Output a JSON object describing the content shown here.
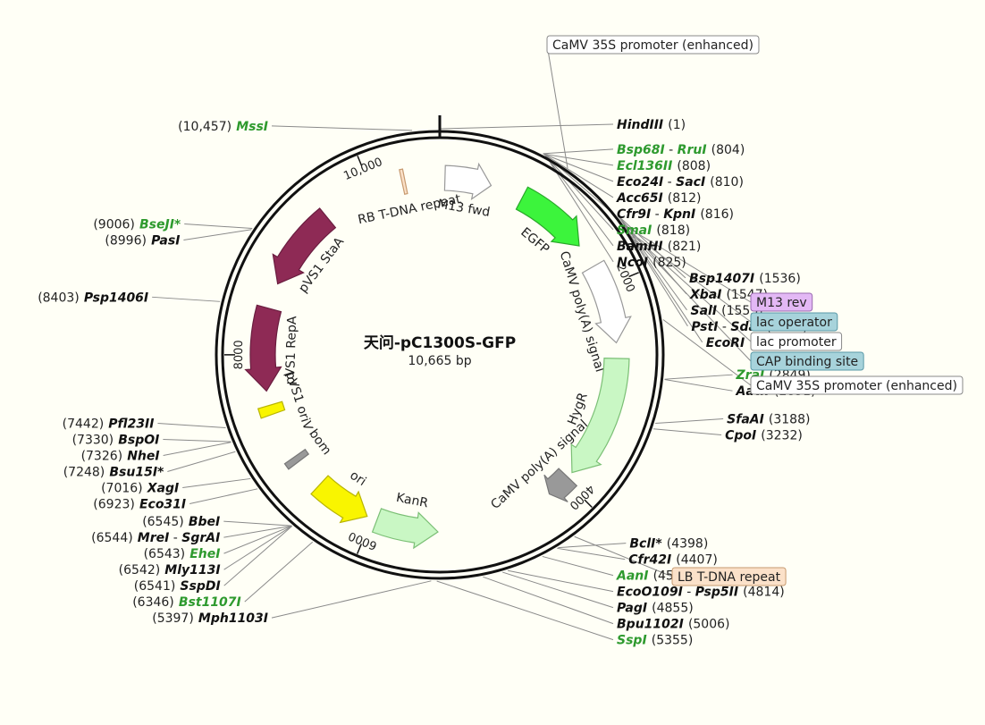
{
  "plasmid": {
    "name": "天问-pC1300S-GFP",
    "length_label": "10,665 bp",
    "length": 10665
  },
  "ticks": [
    {
      "label": "2000",
      "bp": 2000
    },
    {
      "label": "4000",
      "bp": 4000
    },
    {
      "label": "6000",
      "bp": 6000
    },
    {
      "label": "8000",
      "bp": 8000
    },
    {
      "label": "10,000",
      "bp": 10000
    }
  ],
  "sites": [
    {
      "id": "mssi",
      "pos": "(10,457)",
      "parts": [
        {
          "t": "MssI",
          "c": "green"
        }
      ],
      "bp": 10457,
      "side": "left"
    },
    {
      "id": "hindiii",
      "pos": "(1)",
      "parts": [
        {
          "t": "HindIII",
          "c": "black"
        }
      ],
      "bp": 1,
      "side": "right"
    },
    {
      "id": "bsp68i",
      "pos": "(804)",
      "parts": [
        {
          "t": "Bsp68I",
          "c": "green"
        },
        {
          "t": " - ",
          "c": "sep"
        },
        {
          "t": "RruI",
          "c": "green"
        }
      ],
      "bp": 804,
      "side": "right"
    },
    {
      "id": "ecl136ii",
      "pos": "(808)",
      "parts": [
        {
          "t": "Ecl136II",
          "c": "green"
        }
      ],
      "bp": 808,
      "side": "right"
    },
    {
      "id": "eco24i",
      "pos": "(810)",
      "parts": [
        {
          "t": "Eco24I",
          "c": "black"
        },
        {
          "t": " - ",
          "c": "sep"
        },
        {
          "t": "SacI",
          "c": "black"
        }
      ],
      "bp": 810,
      "side": "right"
    },
    {
      "id": "acc65i",
      "pos": "(812)",
      "parts": [
        {
          "t": "Acc65I",
          "c": "black"
        }
      ],
      "bp": 812,
      "side": "right"
    },
    {
      "id": "cfr9i",
      "pos": "(816)",
      "parts": [
        {
          "t": "Cfr9I",
          "c": "black"
        },
        {
          "t": " - ",
          "c": "sep"
        },
        {
          "t": "KpnI",
          "c": "black"
        }
      ],
      "bp": 816,
      "side": "right"
    },
    {
      "id": "smai",
      "pos": "(818)",
      "parts": [
        {
          "t": "SmaI",
          "c": "green"
        }
      ],
      "bp": 818,
      "side": "right"
    },
    {
      "id": "bamhi",
      "pos": "(821)",
      "parts": [
        {
          "t": "BamHI",
          "c": "black"
        }
      ],
      "bp": 821,
      "side": "right"
    },
    {
      "id": "ncoi",
      "pos": "(825)",
      "parts": [
        {
          "t": "NcoI",
          "c": "black"
        }
      ],
      "bp": 825,
      "side": "right"
    },
    {
      "id": "bsp1407i",
      "pos": "(1536)",
      "parts": [
        {
          "t": "Bsp1407I",
          "c": "black"
        }
      ],
      "bp": 1536,
      "side": "right"
    },
    {
      "id": "xbai",
      "pos": "(1547)",
      "parts": [
        {
          "t": "XbaI",
          "c": "black"
        }
      ],
      "bp": 1547,
      "side": "right"
    },
    {
      "id": "sali",
      "pos": "(1553)",
      "parts": [
        {
          "t": "SalI",
          "c": "black"
        }
      ],
      "bp": 1553,
      "side": "right"
    },
    {
      "id": "psti",
      "pos": "(1563)",
      "parts": [
        {
          "t": "PstI",
          "c": "black"
        },
        {
          "t": " - ",
          "c": "sep"
        },
        {
          "t": "SdaI",
          "c": "black"
        }
      ],
      "bp": 1563,
      "side": "right"
    },
    {
      "id": "ecori",
      "pos": "(1759)",
      "parts": [
        {
          "t": "EcoRI",
          "c": "black"
        }
      ],
      "bp": 1759,
      "side": "right"
    },
    {
      "id": "zrai",
      "pos": "(2849)",
      "parts": [
        {
          "t": "ZraI",
          "c": "green"
        }
      ],
      "bp": 2849,
      "side": "right"
    },
    {
      "id": "aatii",
      "pos": "(2851)",
      "parts": [
        {
          "t": "AatII",
          "c": "black"
        }
      ],
      "bp": 2851,
      "side": "right"
    },
    {
      "id": "sfaai",
      "pos": "(3188)",
      "parts": [
        {
          "t": "SfaAI",
          "c": "black"
        }
      ],
      "bp": 3188,
      "side": "right"
    },
    {
      "id": "cpoi",
      "pos": "(3232)",
      "parts": [
        {
          "t": "CpoI",
          "c": "black"
        }
      ],
      "bp": 3232,
      "side": "right"
    },
    {
      "id": "bcli",
      "pos": "(4398)",
      "parts": [
        {
          "t": "BclI*",
          "c": "black"
        }
      ],
      "bp": 4398,
      "side": "right"
    },
    {
      "id": "cfr42i",
      "pos": "(4407)",
      "parts": [
        {
          "t": "Cfr42I",
          "c": "black"
        }
      ],
      "bp": 4407,
      "side": "right"
    },
    {
      "id": "aani",
      "pos": "(4533)",
      "parts": [
        {
          "t": "AanI",
          "c": "green"
        }
      ],
      "bp": 4533,
      "side": "right"
    },
    {
      "id": "ecoo109i",
      "pos": "(4814)",
      "parts": [
        {
          "t": "EcoO109I",
          "c": "black"
        },
        {
          "t": " - ",
          "c": "sep"
        },
        {
          "t": "Psp5II",
          "c": "black"
        }
      ],
      "bp": 4814,
      "side": "right"
    },
    {
      "id": "pagi",
      "pos": "(4855)",
      "parts": [
        {
          "t": "PagI",
          "c": "black"
        }
      ],
      "bp": 4855,
      "side": "right"
    },
    {
      "id": "bpu1102i",
      "pos": "(5006)",
      "parts": [
        {
          "t": "Bpu1102I",
          "c": "black"
        }
      ],
      "bp": 5006,
      "side": "right"
    },
    {
      "id": "sspi",
      "pos": "(5355)",
      "parts": [
        {
          "t": "SspI",
          "c": "green"
        }
      ],
      "bp": 5355,
      "side": "right"
    },
    {
      "id": "mph1103i",
      "pos": "(5397)",
      "parts": [
        {
          "t": "Mph1103I",
          "c": "black"
        }
      ],
      "bp": 5397,
      "side": "left"
    },
    {
      "id": "bst1107i",
      "pos": "(6346)",
      "parts": [
        {
          "t": "Bst1107I",
          "c": "green"
        }
      ],
      "bp": 6346,
      "side": "left"
    },
    {
      "id": "sspdi",
      "pos": "(6541)",
      "parts": [
        {
          "t": "SspDI",
          "c": "black"
        }
      ],
      "bp": 6541,
      "side": "left"
    },
    {
      "id": "mly113i",
      "pos": "(6542)",
      "parts": [
        {
          "t": "Mly113I",
          "c": "black"
        }
      ],
      "bp": 6542,
      "side": "left"
    },
    {
      "id": "ehei",
      "pos": "(6543)",
      "parts": [
        {
          "t": "EheI",
          "c": "green"
        }
      ],
      "bp": 6543,
      "side": "left"
    },
    {
      "id": "mrei",
      "pos": "(6544)",
      "parts": [
        {
          "t": "MreI",
          "c": "black"
        },
        {
          "t": " - ",
          "c": "sep"
        },
        {
          "t": "SgrAI",
          "c": "black"
        }
      ],
      "bp": 6544,
      "side": "left"
    },
    {
      "id": "bbei",
      "pos": "(6545)",
      "parts": [
        {
          "t": "BbeI",
          "c": "black"
        }
      ],
      "bp": 6545,
      "side": "left"
    },
    {
      "id": "eco31i",
      "pos": "(6923)",
      "parts": [
        {
          "t": "Eco31I",
          "c": "black"
        }
      ],
      "bp": 6923,
      "side": "left"
    },
    {
      "id": "xagi",
      "pos": "(7016)",
      "parts": [
        {
          "t": "XagI",
          "c": "black"
        }
      ],
      "bp": 7016,
      "side": "left"
    },
    {
      "id": "bsu15i",
      "pos": "(7248)",
      "parts": [
        {
          "t": "Bsu15I*",
          "c": "black"
        }
      ],
      "bp": 7248,
      "side": "left"
    },
    {
      "id": "nhei",
      "pos": "(7326)",
      "parts": [
        {
          "t": "NheI",
          "c": "black"
        }
      ],
      "bp": 7326,
      "side": "left"
    },
    {
      "id": "bspoi",
      "pos": "(7330)",
      "parts": [
        {
          "t": "BspOI",
          "c": "black"
        }
      ],
      "bp": 7330,
      "side": "left"
    },
    {
      "id": "pfl23ii",
      "pos": "(7442)",
      "parts": [
        {
          "t": "Pfl23II",
          "c": "black"
        }
      ],
      "bp": 7442,
      "side": "left"
    },
    {
      "id": "psp1406i",
      "pos": "(8403)",
      "parts": [
        {
          "t": "Psp1406I",
          "c": "black"
        }
      ],
      "bp": 8403,
      "side": "left"
    },
    {
      "id": "pasi",
      "pos": "(8996)",
      "parts": [
        {
          "t": "PasI",
          "c": "black"
        }
      ],
      "bp": 8996,
      "side": "left"
    },
    {
      "id": "bseji",
      "pos": "(9006)",
      "parts": [
        {
          "t": "BseJI*",
          "c": "green"
        }
      ],
      "bp": 9006,
      "side": "left"
    }
  ],
  "boxed_labels": [
    {
      "id": "camv35s-top",
      "text": "CaMV 35S promoter (enhanced)",
      "bg": "#ffffff",
      "border": "#888888"
    },
    {
      "id": "m13-rev",
      "text": "M13 rev",
      "bg": "#e3b8f5",
      "border": "#9a6ab0"
    },
    {
      "id": "lac-operator",
      "text": "lac operator",
      "bg": "#a7d3db",
      "border": "#5a9aa8"
    },
    {
      "id": "lac-promoter",
      "text": "lac promoter",
      "bg": "#ffffff",
      "border": "#888888"
    },
    {
      "id": "cap-binding",
      "text": "CAP binding site",
      "bg": "#a7d3db",
      "border": "#5a9aa8"
    },
    {
      "id": "camv35s-right",
      "text": "CaMV 35S promoter (enhanced)",
      "bg": "#ffffff",
      "border": "#888888"
    },
    {
      "id": "lb-tdna",
      "text": "LB T-DNA repeat",
      "bg": "#fbe1c9",
      "border": "#c79a70"
    }
  ],
  "features": [
    {
      "id": "m13fwd",
      "label": "M13 fwd",
      "start": 50,
      "end": 500,
      "color": "#ffffff",
      "stroke": "#999999"
    },
    {
      "id": "egfp",
      "label": "EGFP",
      "start": 820,
      "end": 1540,
      "color": "#3cf43c",
      "stroke": "#2aa82a"
    },
    {
      "id": "camvpolya1",
      "label": "CaMV poly(A) signal",
      "start": 1780,
      "end": 2550,
      "color": "#ffffff",
      "stroke": "#999999"
    },
    {
      "id": "hygr",
      "label": "HygR",
      "start": 2700,
      "end": 3900,
      "color": "#c9f7c4",
      "stroke": "#7bbf75"
    },
    {
      "id": "camvpolya2",
      "label": "CaMV poly(A) signal",
      "start": 3960,
      "end": 4200,
      "color": "#999999",
      "stroke": "#777777"
    },
    {
      "id": "kanr",
      "label": "KanR",
      "start": 5950,
      "end": 5350,
      "color": "#c9f7c4",
      "stroke": "#7bbf75"
    },
    {
      "id": "ori",
      "label": "ori",
      "start": 6600,
      "end": 6050,
      "color": "#f9f500",
      "stroke": "#b8b400"
    },
    {
      "id": "bom",
      "label": "bom",
      "start": 6900,
      "end": 6960,
      "color": "#999999",
      "stroke": "#777777"
    },
    {
      "id": "pvs1oriv",
      "label": "pVS1 oriV",
      "start": 7420,
      "end": 7510,
      "color": "#f9f500",
      "stroke": "#b8b400"
    },
    {
      "id": "pvs1repa",
      "label": "pVS1 RepA",
      "start": 8450,
      "end": 7650,
      "color": "#8e2a55",
      "stroke": "#6a1d3f"
    },
    {
      "id": "pvs1staa",
      "label": "pVS1 StaA",
      "start": 9500,
      "end": 8700,
      "color": "#8e2a55",
      "stroke": "#6a1d3f"
    },
    {
      "id": "rbtdna",
      "label": "RB T-DNA repeat",
      "start": 10300,
      "end": 10330,
      "color": "#fbe1c9",
      "stroke": "#c79a70"
    }
  ],
  "colors": {
    "green_site": "#2e9a2e",
    "black_site": "#111111",
    "ring": "#111111"
  }
}
